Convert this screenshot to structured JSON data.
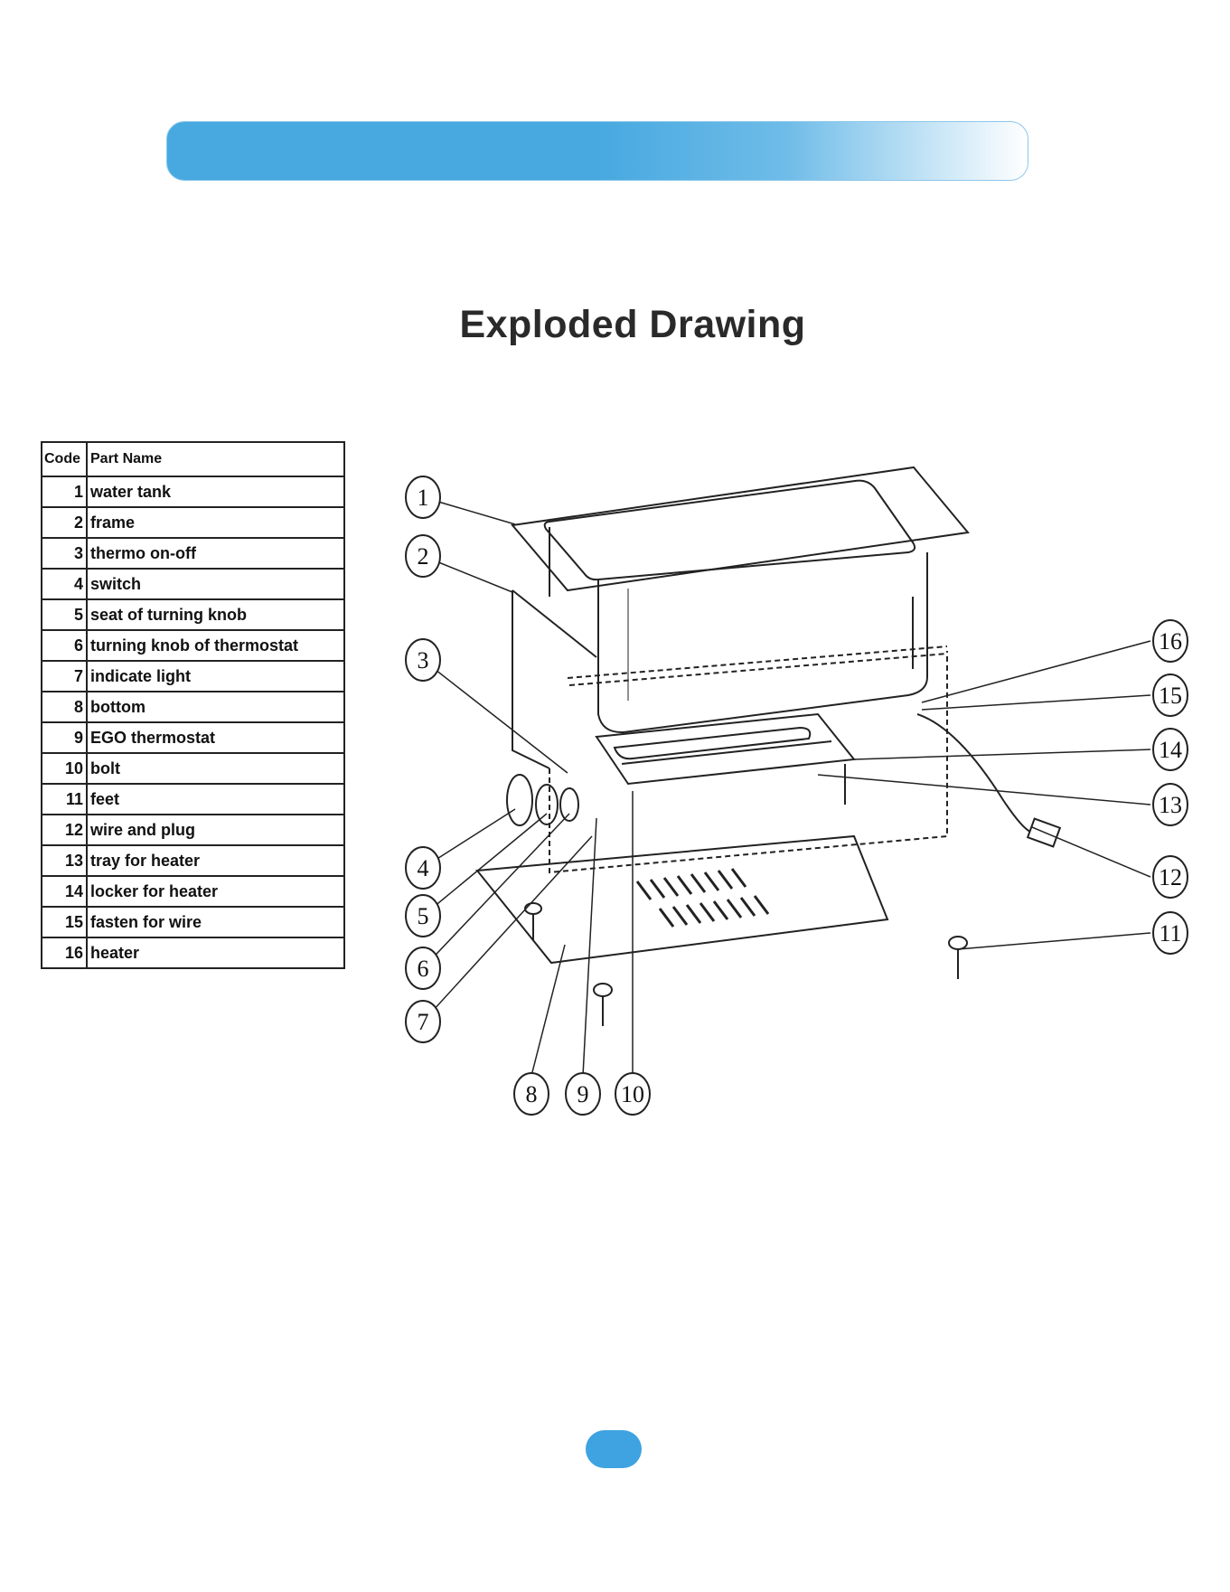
{
  "page": {
    "title": "Exploded Drawing"
  },
  "parts_table": {
    "headers": {
      "code": "Code",
      "name": "Part Name"
    },
    "rows": [
      {
        "code": "1",
        "name": "water tank"
      },
      {
        "code": "2",
        "name": "frame"
      },
      {
        "code": "3",
        "name": "thermo on-off"
      },
      {
        "code": "4",
        "name": "switch"
      },
      {
        "code": "5",
        "name": "seat of turning knob"
      },
      {
        "code": "6",
        "name": "turning knob of thermostat"
      },
      {
        "code": "7",
        "name": "indicate light"
      },
      {
        "code": "8",
        "name": "bottom"
      },
      {
        "code": "9",
        "name": "EGO thermostat"
      },
      {
        "code": "10",
        "name": "bolt"
      },
      {
        "code": "11",
        "name": "feet"
      },
      {
        "code": "12",
        "name": "wire and plug"
      },
      {
        "code": "13",
        "name": "tray for heater"
      },
      {
        "code": "14",
        "name": "locker for heater"
      },
      {
        "code": "15",
        "name": "fasten for wire"
      },
      {
        "code": "16",
        "name": "heater"
      }
    ]
  },
  "callouts": [
    "1",
    "2",
    "3",
    "4",
    "5",
    "6",
    "7",
    "8",
    "9",
    "10",
    "11",
    "12",
    "13",
    "14",
    "15",
    "16"
  ],
  "colors": {
    "accent": "#47a9e0",
    "badge": "#3ea3e0",
    "line": "#222222"
  }
}
